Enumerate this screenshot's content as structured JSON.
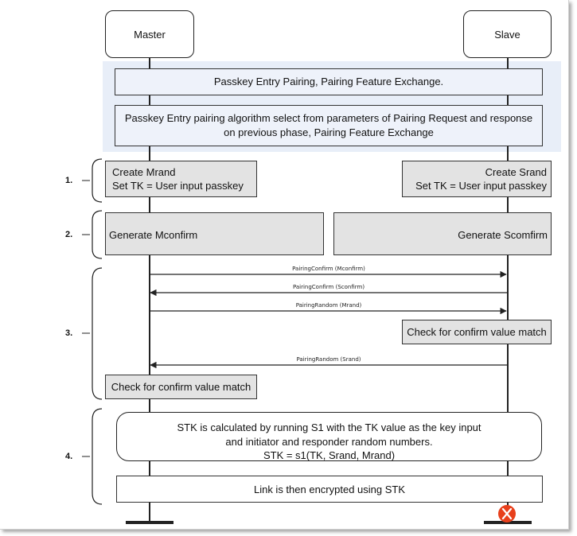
{
  "master_label": "Master",
  "slave_label": "Slave",
  "phase0_title": "Passkey Entry Pairing, Pairing Feature Exchange.",
  "phase0_desc": "Passkey Entry pairing algorithm select from parameters of Pairing Request and response on previous phase, Pairing Feature Exchange",
  "steps": [
    "1.",
    "2.",
    "3.",
    "4."
  ],
  "step1_master_line1": "Create Mrand",
  "step1_master_line2": "Set TK = User input passkey",
  "step1_slave_line1": "Create Srand",
  "step1_slave_line2": "Set TK = User input passkey",
  "step2_master": "Generate Mconfirm",
  "step2_slave": "Generate Scomfirm",
  "messages": [
    {
      "label": "PairingConfirm (Mconfirm)",
      "direction": "master_to_slave"
    },
    {
      "label": "PairingConfirm (Sconfirm)",
      "direction": "slave_to_master"
    },
    {
      "label": "PairingRandom (Mrand)",
      "direction": "master_to_slave"
    },
    {
      "label": "PairingRandom (Srand)",
      "direction": "slave_to_master"
    }
  ],
  "slave_check": "Check for confirm value match",
  "master_check": "Check for confirm value match",
  "stk_line1": "STK is calculated by running S1 with the TK value as the key input",
  "stk_line2": "and initiator and responder random numbers.",
  "stk_line3": "STK = s1(TK, Srand, Mrand)",
  "encrypt": "Link is then encrypted using STK",
  "colors": {
    "band": "#e8eef8",
    "box_fill": "#e3e3e3",
    "line": "#222222",
    "logo": "#e8401c"
  },
  "logo_icon": "watermark-logo-icon"
}
